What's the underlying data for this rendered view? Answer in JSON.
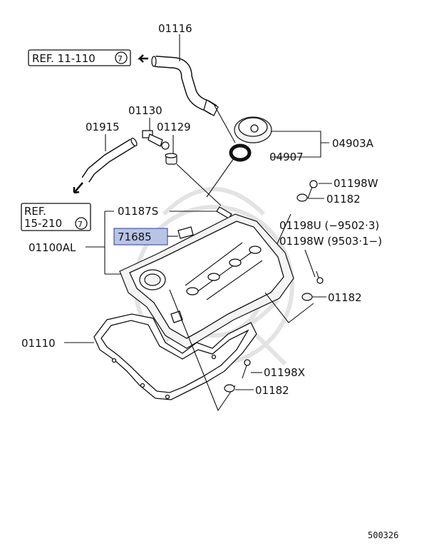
{
  "diagram": {
    "refs": [
      {
        "id": "ref-11-110",
        "text": "REF. 11-110",
        "circled": "7"
      },
      {
        "id": "ref-15-210",
        "line1": "REF.",
        "line2": "15-210",
        "circled": "7"
      }
    ],
    "parts": {
      "p01116": "01116",
      "p01130": "01130",
      "p01915": "01915",
      "p01129": "01129",
      "p04903A": "04903A",
      "p04907": "04907",
      "p01198W_top": "01198W",
      "p01182_top": "01182",
      "p01187S": "01187S",
      "p71685": "71685",
      "p01198U": "01198U  (−9502·3)",
      "p01198W_mid": "01198W  (9503·1−)",
      "p01100AL": "01100AL",
      "p01182_mid": "01182",
      "p01110": "01110",
      "p01198X": "01198X",
      "p01182_bot": "01182"
    },
    "code": "500326",
    "highlight_color": "#b8c4e6"
  }
}
